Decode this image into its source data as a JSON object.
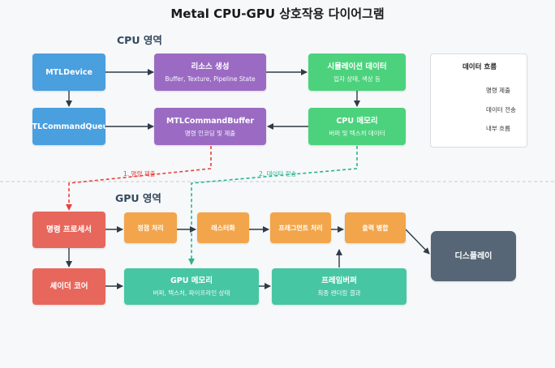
{
  "title": "Metal CPU-GPU 상호작용 다이어그램",
  "sections": {
    "cpu": "CPU 영역",
    "gpu": "GPU 영역"
  },
  "nodes": {
    "mtl_device": {
      "label": "MTLDevice"
    },
    "resource_create": {
      "label": "리소스 생성",
      "sub": "Buffer, Texture, Pipeline State"
    },
    "simulation_data": {
      "label": "시뮬레이션 데이터",
      "sub": "입자 상태, 색상 등"
    },
    "command_queue": {
      "label": "MTLCommandQueue"
    },
    "command_buffer": {
      "label": "MTLCommandBuffer",
      "sub": "명령 인코딩 및 제출"
    },
    "cpu_memory": {
      "label": "CPU 메모리",
      "sub": "버퍼 및 텍스처 데이터"
    },
    "command_processor": {
      "label": "명령 프로세서"
    },
    "vertex_processing": {
      "label": "정점 처리"
    },
    "rasterization": {
      "label": "래스터화"
    },
    "fragment_processing": {
      "label": "프래그먼트 처리"
    },
    "output_merge": {
      "label": "출력 병합"
    },
    "display": {
      "label": "디스플레이"
    },
    "shader_core": {
      "label": "셰이더 코어"
    },
    "gpu_memory": {
      "label": "GPU 메모리",
      "sub": "버퍼, 텍스처, 파이프라인 상태"
    },
    "framebuffer": {
      "label": "프레임버퍼",
      "sub": "최종 렌더링 결과"
    }
  },
  "edge_labels": {
    "command_submit": "1. 명령 제출",
    "data_transfer": "2. 데이터 전송"
  },
  "legend": {
    "title": "데이터 흐름",
    "items": [
      {
        "label": "명령 제출",
        "color": "#e8423a",
        "style": "dashed"
      },
      {
        "label": "데이터 전송",
        "color": "#2bb58a",
        "style": "dashed"
      },
      {
        "label": "내부 흐름",
        "color": "#2f3b47",
        "style": "solid"
      }
    ]
  },
  "colors": {
    "cpu_device": "#4a9fde",
    "cpu_resource": "#9b6bc4",
    "cpu_data": "#4cd27d",
    "gpu_processor": "#e8675c",
    "gpu_pipeline": "#f2a54a",
    "gpu_memory": "#47c6a3",
    "display": "#566676",
    "command_line": "#e8423a",
    "data_line": "#2bb58a",
    "internal_line": "#2f3b47"
  }
}
